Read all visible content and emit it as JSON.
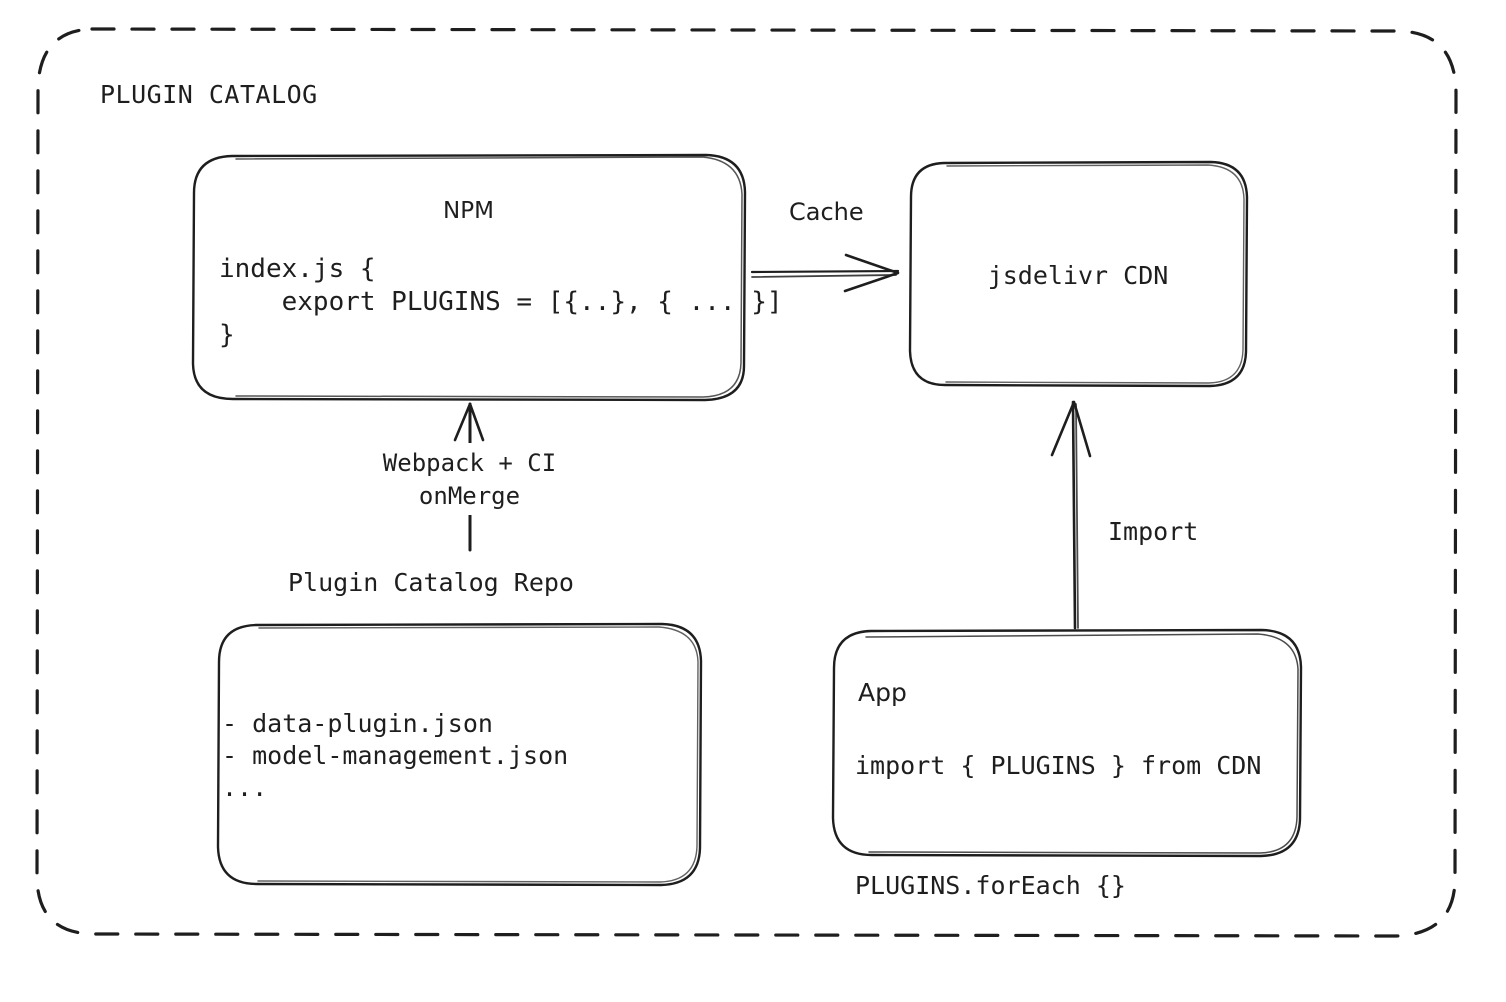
{
  "diagram": {
    "type": "architecture-flow",
    "background": "#ffffff",
    "stroke": "#1e1e1e",
    "group": {
      "title": "PLUGIN CATALOG",
      "border_style": "dashed"
    },
    "nodes": {
      "npm": {
        "title": "NPM",
        "code": "index.js {\n    export PLUGINS = [{..}, { ... }]\n}"
      },
      "cdn": {
        "title": "jsdelivr CDN"
      },
      "repo": {
        "title": "Plugin Catalog Repo",
        "list": "- data-plugin.json\n- model-management.json\n..."
      },
      "app": {
        "title": "App",
        "code": "import { PLUGINS } from CDN\n\nPLUGINS.forEach {}"
      }
    },
    "edges": {
      "cache": {
        "label": "Cache",
        "from": "npm",
        "to": "cdn",
        "direction": "right"
      },
      "build": {
        "label": "Webpack + CI\nonMerge",
        "from": "repo",
        "to": "npm",
        "direction": "up"
      },
      "import": {
        "label": "Import",
        "from": "app",
        "to": "cdn",
        "direction": "up"
      }
    }
  }
}
